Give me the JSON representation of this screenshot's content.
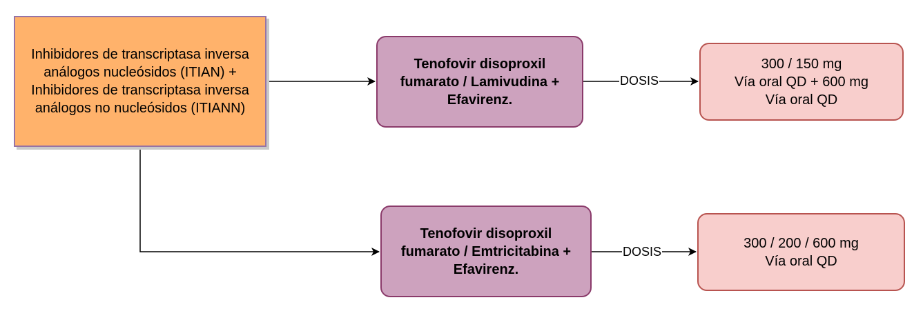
{
  "diagram": {
    "source_node": "Inhibidores de transcriptasa inversa\nanálogos nucleósidos (ITIAN) +\nInhibidores de transcriptasa inversa\nanálogos no nucleósidos (ITIANN)",
    "branches": [
      {
        "drug": "Tenofovir disoproxil\nfumarato / Lamivudina +\nEfavirenz.",
        "edge_label": "DOSIS",
        "dose": "300 / 150 mg\nVía oral QD + 600 mg\nVía oral QD"
      },
      {
        "drug": "Tenofovir disoproxil\nfumarato / Emtricitabina +\nEfavirenz.",
        "edge_label": "DOSIS",
        "dose": "300 / 200 / 600 mg\nVía oral QD"
      }
    ]
  },
  "colors": {
    "source_fill": "#ffb26b",
    "drug_fill": "#cda2be",
    "dose_fill": "#f8cecc"
  }
}
